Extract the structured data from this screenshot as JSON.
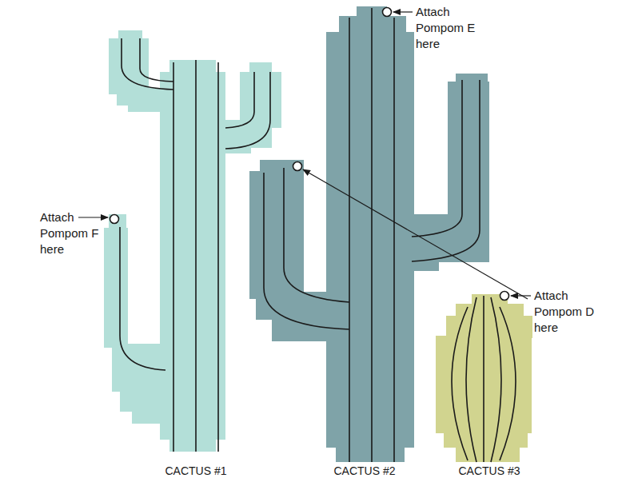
{
  "diagram": {
    "labels": [
      "Attach Pompom E here",
      "Attach Pompom F here",
      "Attach Pompom D here",
      "CACTUS #1",
      "CACTUS #2",
      "CACTUS #3"
    ]
  }
}
